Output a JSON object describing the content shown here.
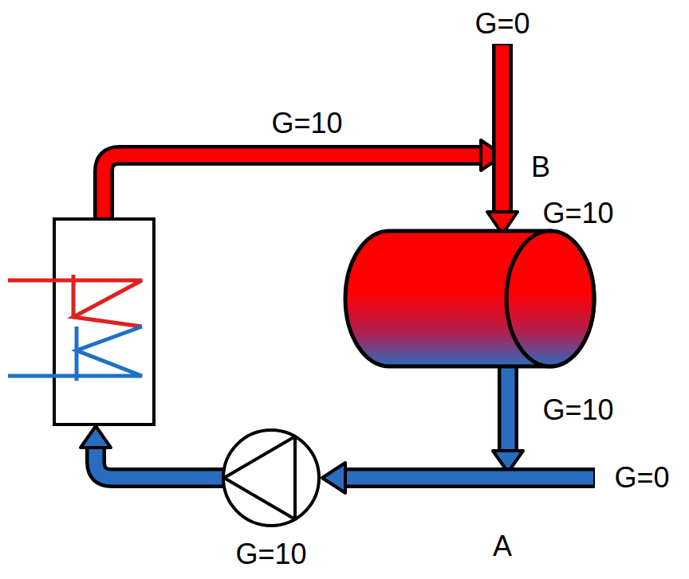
{
  "diagram": {
    "labels": [
      "G=0",
      "G=10",
      "B",
      "G=10",
      "G=10",
      "G=0",
      "A",
      "G=10"
    ]
  }
}
